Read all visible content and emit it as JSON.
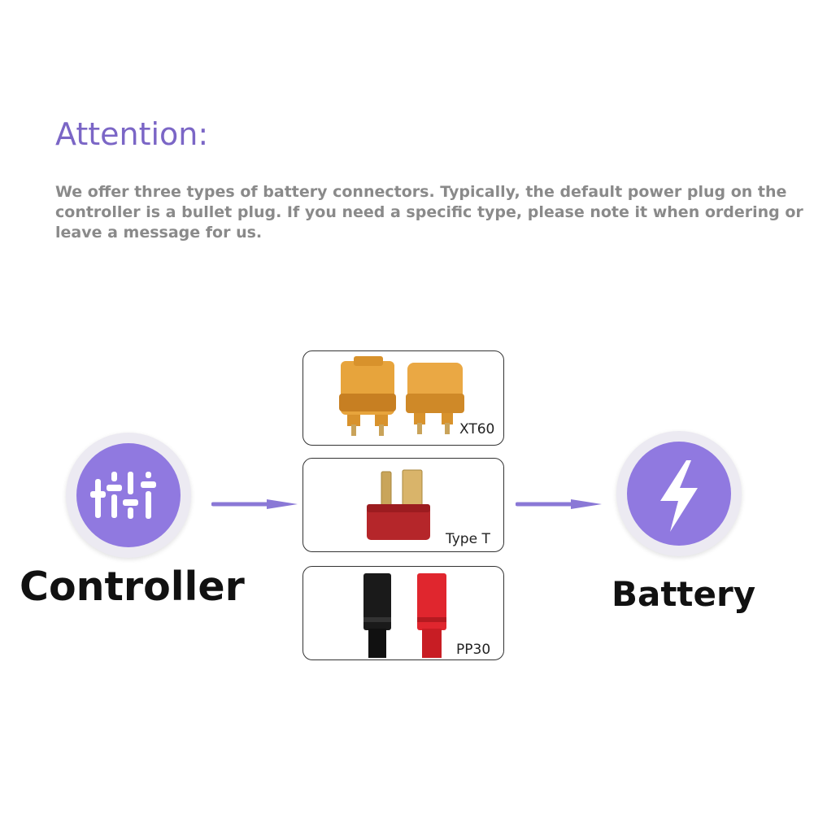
{
  "attention": {
    "heading": "Attention:",
    "body": "We offer three types of battery connectors. Typically, the default power plug on the controller is a bullet plug. If you need a specific type, please note it when ordering or leave a message for us."
  },
  "controller": {
    "label": "Controller",
    "icon": "sliders-icon"
  },
  "battery": {
    "label": "Battery",
    "icon": "lightning-bolt-icon"
  },
  "connectors": [
    {
      "label": "XT60",
      "icon": "xt60-connector-image"
    },
    {
      "label": "Type T",
      "icon": "type-t-connector-image"
    },
    {
      "label": "PP30",
      "icon": "pp30-connector-image"
    }
  ],
  "colors": {
    "accent": "#9079e0",
    "heading": "#7b66c6",
    "arrow": "#8a78d6",
    "body_text": "#8a8a8a"
  }
}
